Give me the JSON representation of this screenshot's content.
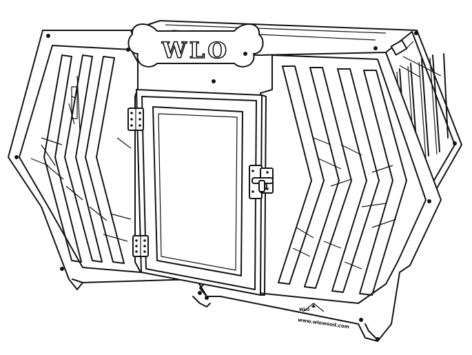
{
  "sign": {
    "text": "WLO"
  },
  "brand": {
    "mark": "WLO",
    "url": "www.wlowood.com"
  },
  "colors": {
    "line": "#111111",
    "background": "#ffffff"
  }
}
